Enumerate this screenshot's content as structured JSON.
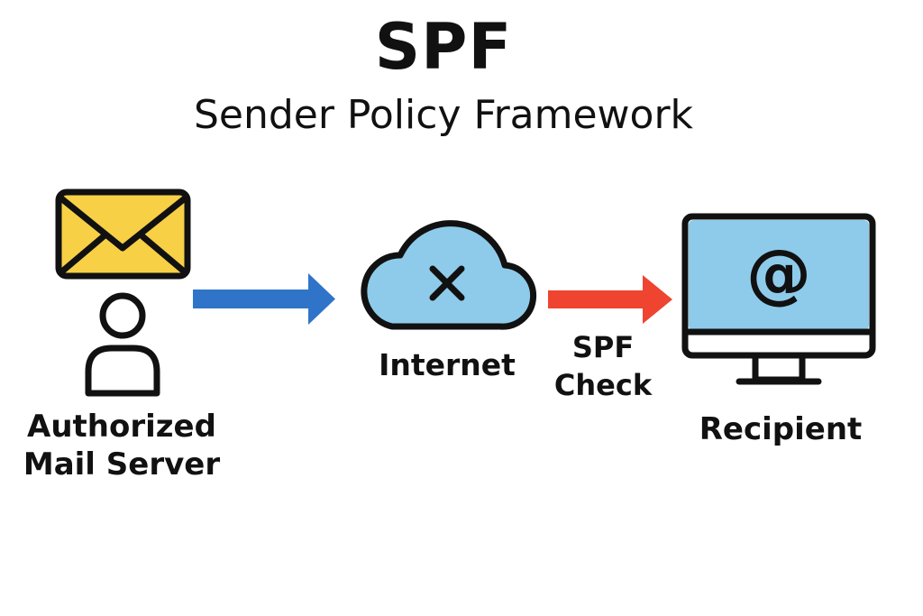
{
  "title": "SPF",
  "subtitle": "Sender Policy Framework",
  "nodes": {
    "sender": {
      "label_line1": "Authorized",
      "label_line2": "Mail Server",
      "icons": [
        "envelope-icon",
        "person-icon"
      ]
    },
    "internet": {
      "label": "Internet",
      "icon": "cloud-x-icon"
    },
    "recipient": {
      "label": "Recipient",
      "icon": "monitor-at-icon",
      "at_symbol": "@"
    }
  },
  "edges": {
    "sender_to_internet": {
      "color": "#2f74c9"
    },
    "internet_to_recipient": {
      "color": "#ee4430",
      "label_line1": "SPF",
      "label_line2": "Check"
    }
  },
  "colors": {
    "envelope_fill": "#f7d046",
    "cloud_fill": "#8ecbea",
    "screen_fill": "#8ecbea",
    "outline": "#111111"
  }
}
